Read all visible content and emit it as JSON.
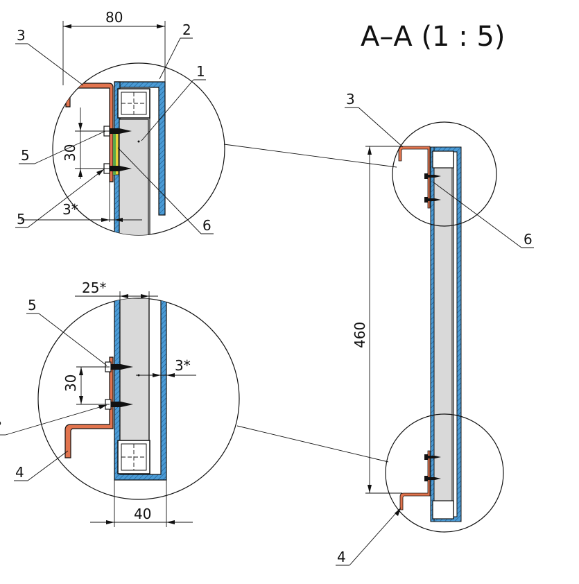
{
  "title": "A–A (1 : 5)",
  "colors": {
    "blue": "#4a9bd6",
    "orange": "#e2744e",
    "insul": "#d9d9d9",
    "line": "#111111",
    "yellow": "#e8d23a",
    "green": "#5aa84a"
  },
  "detail_top": {
    "dim_width": "80",
    "dim_spacing": "30",
    "dim_gap": "3*",
    "labels": {
      "l1": "1",
      "l2": "2",
      "l3": "3",
      "l5a": "5",
      "l5b": "5",
      "l6": "6"
    }
  },
  "detail_bottom": {
    "dim_top": "25*",
    "dim_spacing": "30",
    "dim_gap": "3*",
    "dim_bottom": "40",
    "labels": {
      "l5": "5",
      "l4": "4",
      "l7": "?"
    }
  },
  "main_view": {
    "dim_height": "460",
    "labels": {
      "l3": "3",
      "l6": "6",
      "l4": "4"
    }
  }
}
